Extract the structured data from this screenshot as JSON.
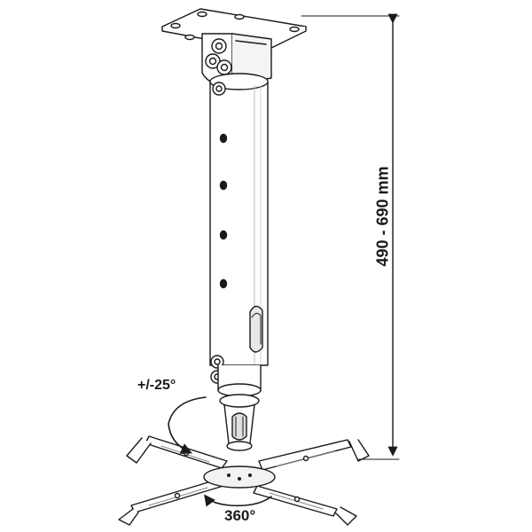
{
  "diagram": {
    "height_range": "490 - 690 mm",
    "tilt_range": "+/-25°",
    "rotation": "360°"
  },
  "colors": {
    "line": "#1a1a1a",
    "fill": "#ffffff",
    "shade": "#dcdcdc"
  }
}
